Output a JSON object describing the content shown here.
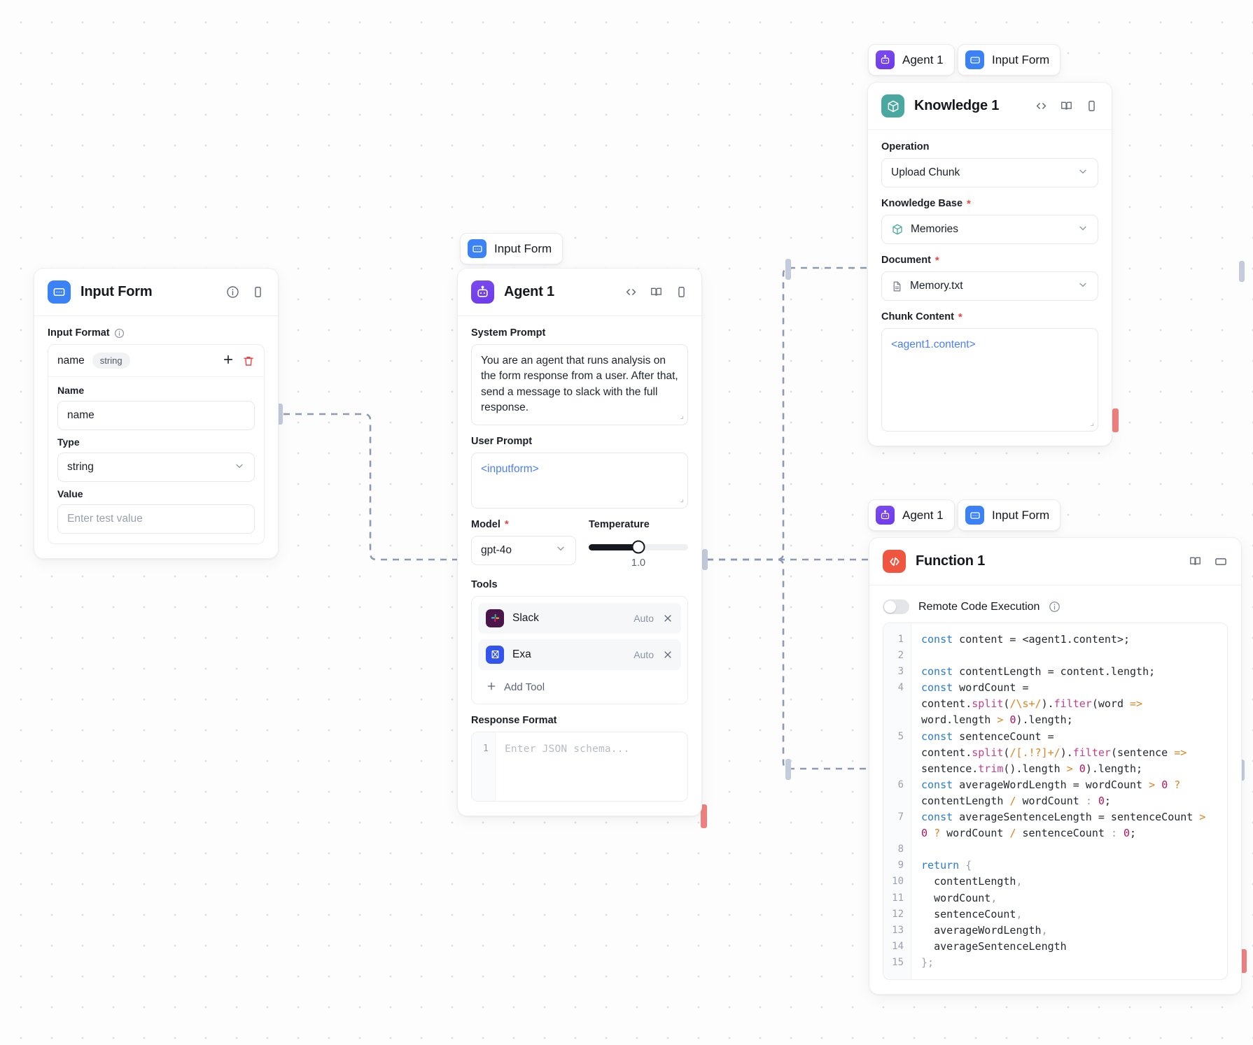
{
  "theme": {
    "accent_blue": "#3b82f6",
    "accent_purple": "#6d3ae8",
    "accent_teal": "#4aa8a0",
    "accent_red": "#f05540",
    "edge_color": "#8e9ab4",
    "handle_in": "#c3cbdc",
    "handle_out": "#f08080",
    "required_marker": "#ef4444"
  },
  "chips": [
    {
      "id": "chip-knowledge-agent",
      "label": "Agent 1",
      "icon": "agent-icon"
    },
    {
      "id": "chip-knowledge-inputform",
      "label": "Input Form",
      "icon": "input-form-icon"
    },
    {
      "id": "chip-agent-inputform",
      "label": "Input Form",
      "icon": "input-form-icon"
    },
    {
      "id": "chip-function-agent",
      "label": "Agent 1",
      "icon": "agent-icon"
    },
    {
      "id": "chip-function-inputform",
      "label": "Input Form",
      "icon": "input-form-icon"
    }
  ],
  "input_form_node": {
    "title": "Input Form",
    "icon": "input-form-icon",
    "actions": [
      "info-icon",
      "panel-icon"
    ],
    "input_format": {
      "label": "Input Format",
      "info_icon": "info-icon",
      "row": {
        "name": "name",
        "type_pill": "string",
        "add_icon": "plus-icon",
        "delete_icon": "trash-icon"
      },
      "name_label": "Name",
      "name_value": "name",
      "type_label": "Type",
      "type_value": "string",
      "value_label": "Value",
      "value_placeholder": "Enter test value"
    }
  },
  "agent_node": {
    "title": "Agent 1",
    "icon": "agent-icon",
    "actions": [
      "code-icon",
      "book-icon",
      "panel-icon"
    ],
    "system_prompt_label": "System Prompt",
    "system_prompt_value": "You are an agent that runs analysis on the form response from a user. After that, send a message to slack with the full response.",
    "user_prompt_label": "User Prompt",
    "user_prompt_value": "<inputform>",
    "model_label": "Model",
    "model_value": "gpt-4o",
    "temperature_label": "Temperature",
    "temperature_value": "1.0",
    "temperature_fill_percent": 50,
    "tools_label": "Tools",
    "tools": [
      {
        "name": "Slack",
        "mode": "Auto",
        "icon": "slack-icon",
        "remove_icon": "close-icon"
      },
      {
        "name": "Exa",
        "mode": "Auto",
        "icon": "exa-icon",
        "remove_icon": "close-icon"
      }
    ],
    "add_tool_label": "Add Tool",
    "response_format_label": "Response Format",
    "response_format_line_number": "1",
    "response_format_placeholder": "Enter JSON schema..."
  },
  "knowledge_node": {
    "title": "Knowledge 1",
    "icon": "knowledge-icon",
    "actions": [
      "code-icon",
      "book-icon",
      "panel-icon"
    ],
    "operation_label": "Operation",
    "operation_value": "Upload Chunk",
    "knowledge_base_label": "Knowledge Base",
    "knowledge_base_value": "Memories",
    "knowledge_base_icon": "knowledge-icon",
    "document_label": "Document",
    "document_value": "Memory.txt",
    "document_icon": "file-icon",
    "chunk_content_label": "Chunk Content",
    "chunk_content_value": "<agent1.content>"
  },
  "function_node": {
    "title": "Function 1",
    "icon": "function-icon",
    "actions": [
      "book-icon",
      "window-icon"
    ],
    "remote_code_execution_label": "Remote Code Execution",
    "remote_code_execution_info": "info-icon",
    "remote_code_execution_enabled": false,
    "code_lines": [
      {
        "n": "1",
        "html": "<span class=\"k-kw\">const</span> content = &lt;agent1.content&gt;;"
      },
      {
        "n": "2",
        "html": ""
      },
      {
        "n": "3",
        "html": "<span class=\"k-kw\">const</span> contentLength = content.length;"
      },
      {
        "n": "4",
        "html": "<span class=\"k-kw\">const</span> wordCount =\ncontent.<span class=\"k-fn\">split</span>(<span class=\"k-str\">/\\s+/</span>).<span class=\"k-fn\">filter</span>(word <span class=\"k-op\">=&gt;</span>\nword.length <span class=\"k-op\">&gt;</span> <span class=\"k-num\">0</span>).length;"
      },
      {
        "n": "5",
        "html": "<span class=\"k-kw\">const</span> sentenceCount =\ncontent.<span class=\"k-fn\">split</span>(<span class=\"k-str\">/[.!?]+/</span>).<span class=\"k-fn\">filter</span>(sentence <span class=\"k-op\">=&gt;</span>\nsentence.<span class=\"k-fn\">trim</span>().length <span class=\"k-op\">&gt;</span> <span class=\"k-num\">0</span>).length;"
      },
      {
        "n": "6",
        "html": "<span class=\"k-kw\">const</span> averageWordLength = wordCount <span class=\"k-op\">&gt;</span> <span class=\"k-num\">0</span> <span class=\"k-op\">?</span>\ncontentLength <span class=\"k-op\">/</span> wordCount <span class=\"k-punc\">:</span> <span class=\"k-num\">0</span>;"
      },
      {
        "n": "7",
        "html": "<span class=\"k-kw\">const</span> averageSentenceLength = sentenceCount <span class=\"k-op\">&gt;</span>\n<span class=\"k-num\">0</span> <span class=\"k-op\">?</span> wordCount <span class=\"k-op\">/</span> sentenceCount <span class=\"k-punc\">:</span> <span class=\"k-num\">0</span>;"
      },
      {
        "n": "8",
        "html": ""
      },
      {
        "n": "9",
        "html": "<span class=\"k-kw\">return</span> <span class=\"k-punc\">{</span>"
      },
      {
        "n": "10",
        "html": "  contentLength<span class=\"k-punc\">,</span>"
      },
      {
        "n": "11",
        "html": "  wordCount<span class=\"k-punc\">,</span>"
      },
      {
        "n": "12",
        "html": "  sentenceCount<span class=\"k-punc\">,</span>"
      },
      {
        "n": "13",
        "html": "  averageWordLength<span class=\"k-punc\">,</span>"
      },
      {
        "n": "14",
        "html": "  averageSentenceLength"
      },
      {
        "n": "15",
        "html": "<span class=\"k-punc\">};</span>"
      }
    ]
  }
}
